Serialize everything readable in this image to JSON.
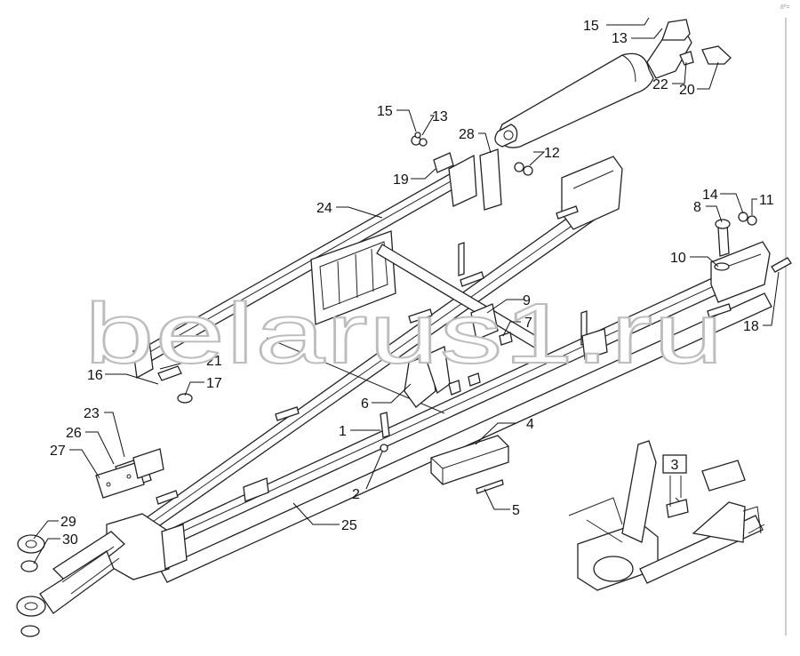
{
  "watermark": "belarus1.ru",
  "corner_mark": "8º=",
  "inset_label": "3",
  "callouts": [
    {
      "num": "1"
    },
    {
      "num": "2"
    },
    {
      "num": "4"
    },
    {
      "num": "5"
    },
    {
      "num": "6"
    },
    {
      "num": "7"
    },
    {
      "num": "8"
    },
    {
      "num": "9"
    },
    {
      "num": "10"
    },
    {
      "num": "11"
    },
    {
      "num": "12"
    },
    {
      "num": "13"
    },
    {
      "num": "13"
    },
    {
      "num": "14"
    },
    {
      "num": "15"
    },
    {
      "num": "15"
    },
    {
      "num": "16"
    },
    {
      "num": "17"
    },
    {
      "num": "18"
    },
    {
      "num": "19"
    },
    {
      "num": "20"
    },
    {
      "num": "21"
    },
    {
      "num": "22"
    },
    {
      "num": "23"
    },
    {
      "num": "24"
    },
    {
      "num": "25"
    },
    {
      "num": "26"
    },
    {
      "num": "27"
    },
    {
      "num": "28"
    },
    {
      "num": "29"
    },
    {
      "num": "30"
    }
  ]
}
